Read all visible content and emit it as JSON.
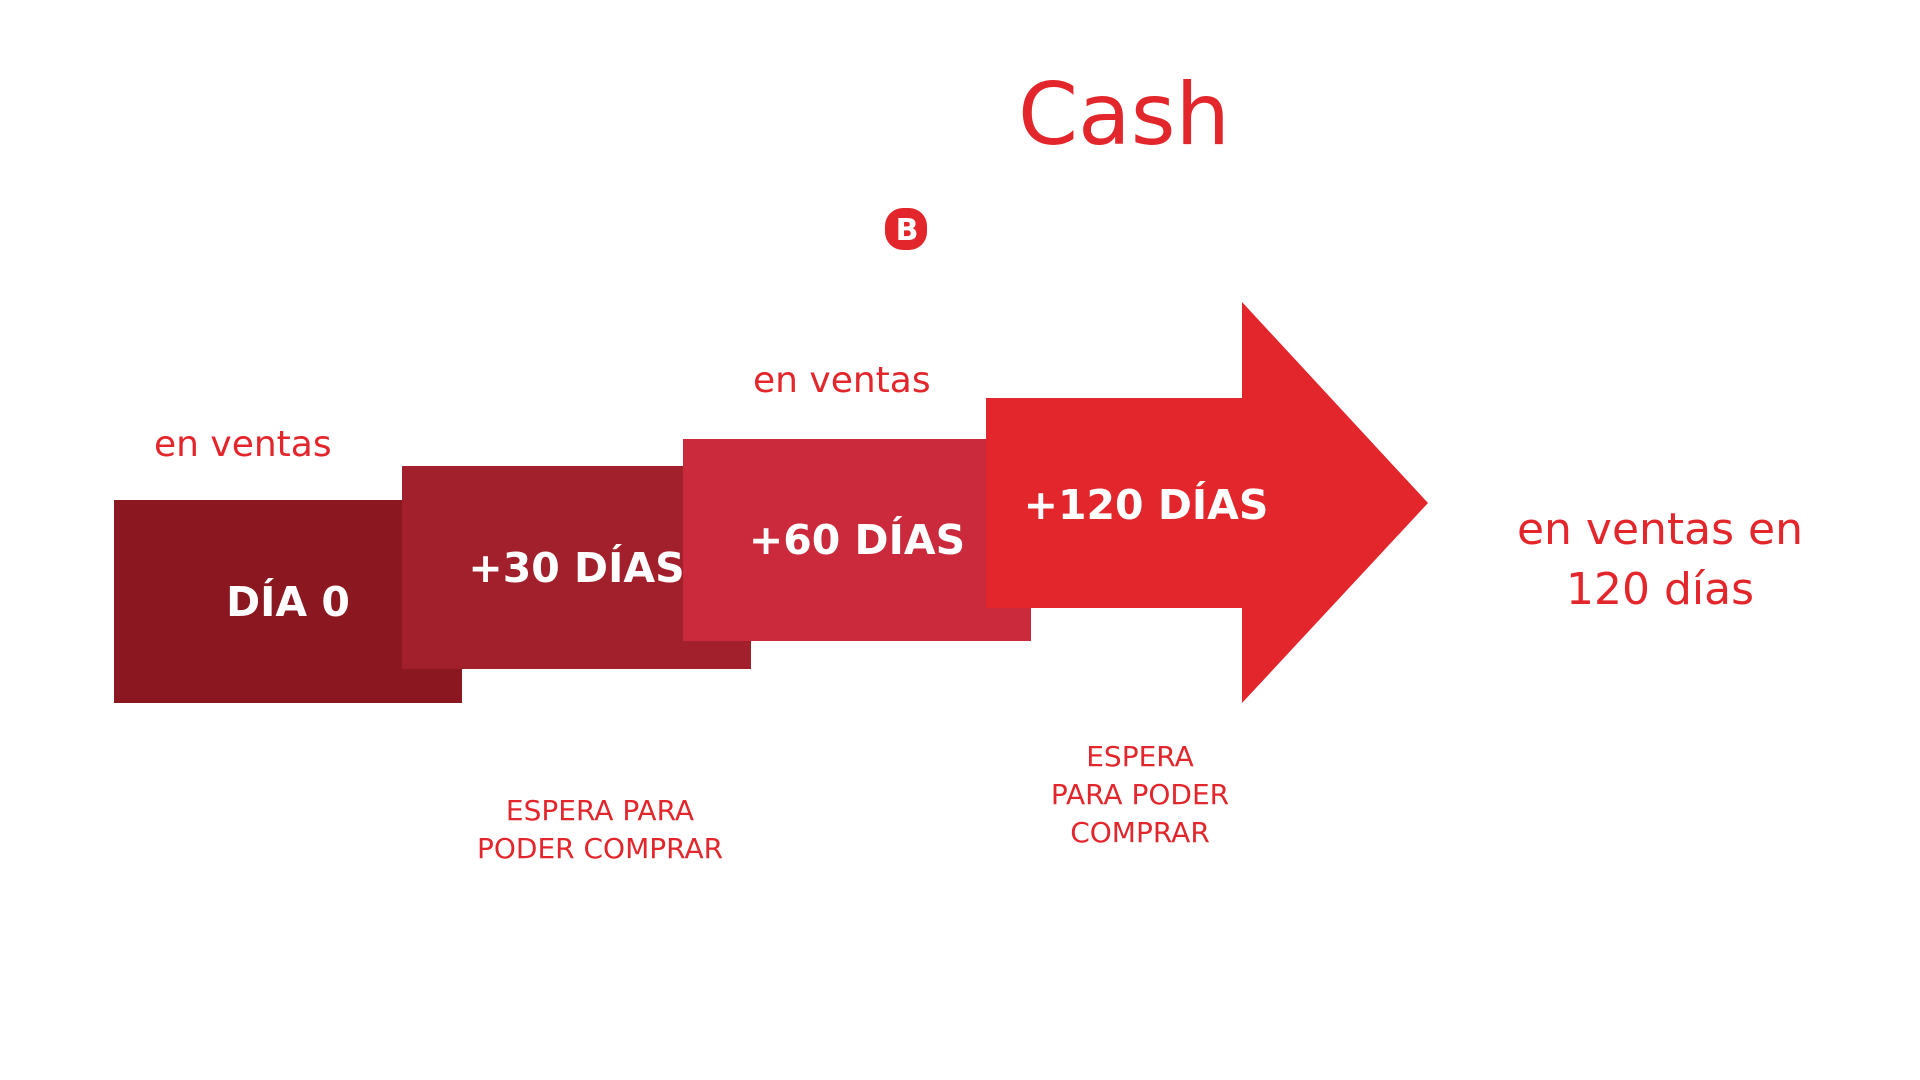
{
  "header": {
    "title": "Cash",
    "logo_letter": "B"
  },
  "timeline": {
    "steps": [
      {
        "label": "DÍA 0"
      },
      {
        "label": "+30 DÍAS"
      },
      {
        "label": "+60 DÍAS"
      },
      {
        "label": "+120 DÍAS"
      }
    ],
    "sales_label_1": "en ventas",
    "sales_label_2": "en ventas",
    "total_line_1": "en ventas en",
    "total_line_2": "120 días",
    "wait_1_line_1": "ESPERA PARA",
    "wait_1_line_2": "PODER COMPRAR",
    "wait_2_line_1": "ESPERA",
    "wait_2_line_2": "PARA PODER",
    "wait_2_line_3": "COMPRAR"
  },
  "colors": {
    "accent": "#e3262b",
    "step_0": "#8b1720",
    "step_1": "#a2202c",
    "step_2": "#cb2a3c",
    "step_3": "#e3262b"
  }
}
